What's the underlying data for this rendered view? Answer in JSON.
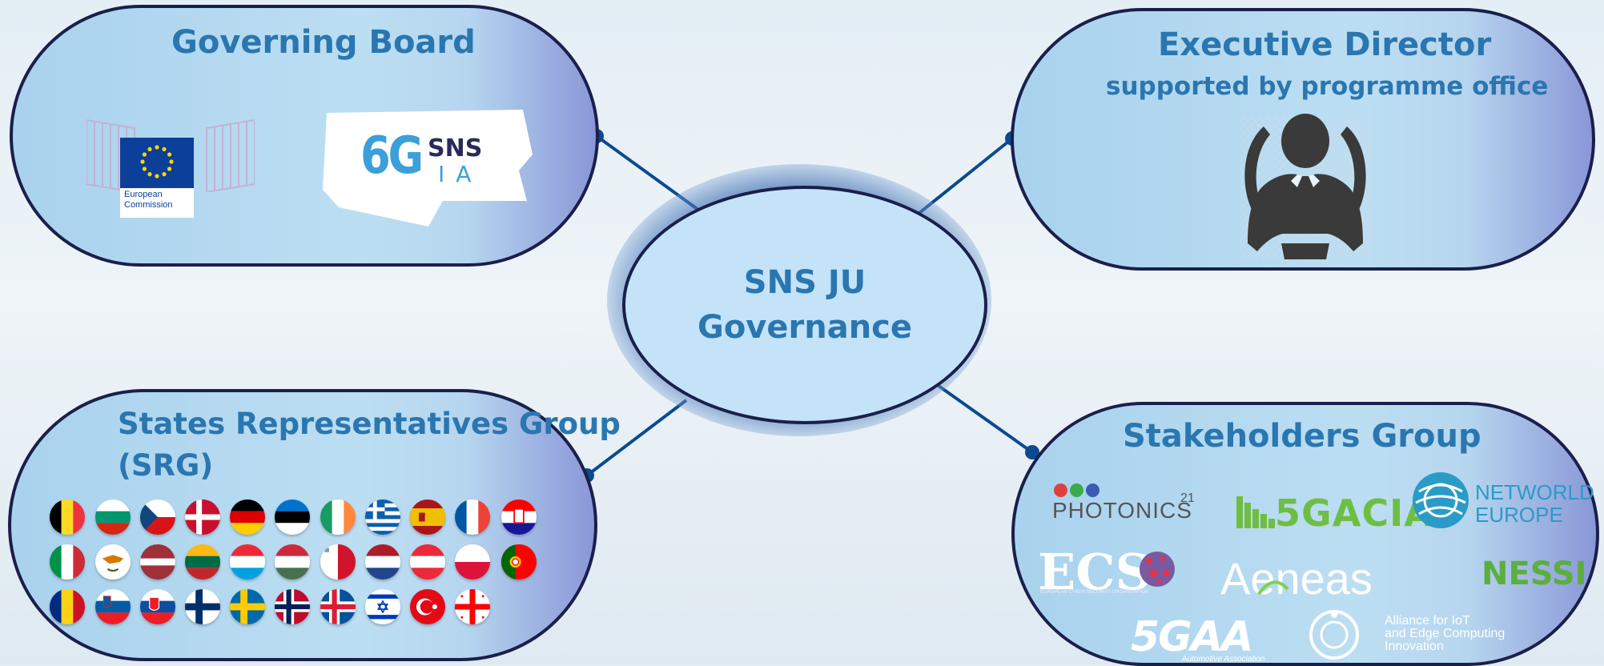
{
  "center": {
    "line1": "SNS JU",
    "line2": "Governance"
  },
  "governing_board": {
    "title": "Governing Board",
    "ec_logo_text": "European\nCommission",
    "sixg_logo": {
      "big": "6G",
      "top": "SNS",
      "bottom": "IA"
    }
  },
  "executive_director": {
    "title": "Executive Director",
    "subtitle": "supported by programme office",
    "icon": "businessman-icon"
  },
  "states_group": {
    "title_line1": "States Representatives Group",
    "title_line2": "(SRG)",
    "flags": [
      "Belgium",
      "Bulgaria",
      "Czechia",
      "Denmark",
      "Germany",
      "Estonia",
      "Ireland",
      "Greece",
      "Spain",
      "France",
      "Croatia",
      "Italy",
      "Cyprus",
      "Latvia",
      "Lithuania",
      "Luxembourg",
      "Hungary",
      "Malta",
      "Netherlands",
      "Austria",
      "Poland",
      "Portugal",
      "Romania",
      "Slovenia",
      "Slovakia",
      "Finland",
      "Sweden",
      "Norway",
      "Iceland",
      "Israel",
      "Turkey",
      "Georgia"
    ]
  },
  "stakeholders_group": {
    "title": "Stakeholders Group",
    "logos": {
      "photonics": "PHOTONICS",
      "photonics_sup": "21",
      "acia": "5GACIA",
      "networld_line1": "NETWORLD",
      "networld_line2": "EUROPE",
      "ecs": "ECS",
      "ecs_small": "EUROPEAN CYBER SECURITY ORGANISATION",
      "aeneas": "Aeneas",
      "nessi": "NESSI",
      "fivegaa": "5GAA",
      "fivegaa_sub": "Automotive Association",
      "aioti": "Alliance for IoT\nand Edge Computing\nInnovation"
    }
  },
  "colors": {
    "title_blue": "#2a76b0",
    "border_navy": "#1a1f4b",
    "connector_blue": "#0b4a8f",
    "ellipse_fill": "#c4e3f8"
  }
}
